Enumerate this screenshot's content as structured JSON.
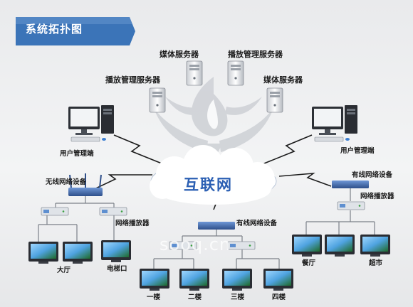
{
  "title": "系统拓扑图",
  "center_label": "互联网",
  "watermark": "sooq.cn",
  "labels": {
    "media_server_top": "媒体服务器",
    "playback_server_top": "播放管理服务器",
    "playback_server_left": "播放管理服务器",
    "media_server_right": "媒体服务器",
    "user_terminal_left": "用户管理端",
    "user_terminal_right": "用户管理端",
    "wireless_device": "无线网络设备",
    "wired_device_center": "有线网络设备",
    "wired_device_right": "有线网络设备",
    "net_player_left": "网络播放器",
    "net_player_right": "网络播放器",
    "hall": "大厅",
    "elevator": "电梯口",
    "floor1": "一楼",
    "floor2": "二楼",
    "floor3": "三楼",
    "floor4": "四楼",
    "restaurant": "餐厅",
    "supermarket": "超市"
  },
  "colors": {
    "banner": "#3b74b8",
    "cloud_text": "#2b5fb3",
    "line": "#7b8088"
  }
}
